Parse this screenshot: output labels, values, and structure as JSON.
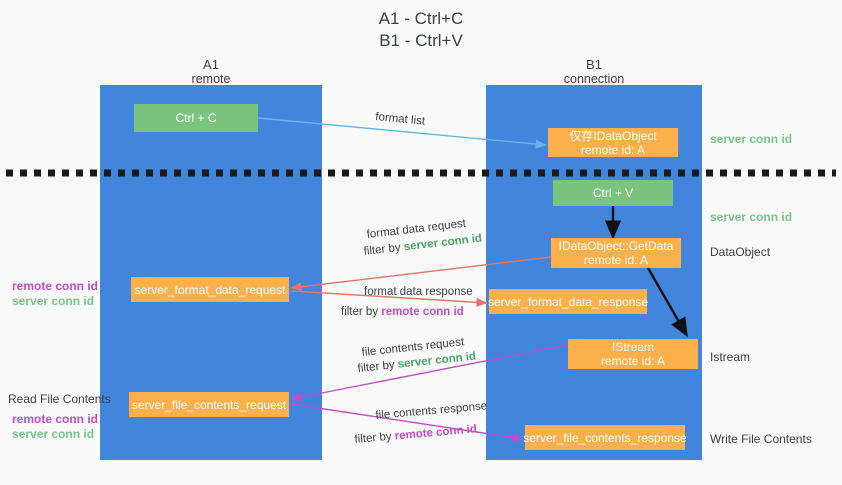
{
  "title": {
    "line1": "A1 - Ctrl+C",
    "line2": "B1 - Ctrl+V"
  },
  "colors": {
    "panel": "#4285dc",
    "green_node": "#7bc47f",
    "orange_node": "#fbb04c",
    "server_conn_green": "#77c583",
    "remote_conn_purple": "#c44ccc",
    "arrow_red": "#e8736a",
    "arrow_magenta": "#c44ccc",
    "arrow_blue": "#66b5e8",
    "arrow_black": "#111111",
    "background": "#fafafa"
  },
  "columns": [
    {
      "name": "A1",
      "sub": "remote"
    },
    {
      "name": "B1",
      "sub": "connection"
    }
  ],
  "nodes": [
    {
      "id": "ctrl-c",
      "label": "Ctrl + C",
      "label2": "",
      "style": "green"
    },
    {
      "id": "idataobject-create",
      "label": "仅存IDataObject",
      "label2": "remote id: A",
      "style": "orange"
    },
    {
      "id": "ctrl-v",
      "label": "Ctrl + V",
      "label2": "",
      "style": "green"
    },
    {
      "id": "idataobject-getdata",
      "label": "IDataObject::GetData",
      "label2": "remote id: A",
      "style": "orange"
    },
    {
      "id": "server-format-data-request",
      "label": "server_format_data_request",
      "label2": "",
      "style": "orange"
    },
    {
      "id": "server-format-data-response",
      "label": "server_format_data_response",
      "label2": "",
      "style": "orange"
    },
    {
      "id": "istream",
      "label": "IStream",
      "label2": "remote id: A",
      "style": "orange"
    },
    {
      "id": "server-file-contents-request",
      "label": "server_file_contents_request",
      "label2": "",
      "style": "orange"
    },
    {
      "id": "server-file-contents-response",
      "label": "server_file_contents_response",
      "label2": "",
      "style": "orange"
    }
  ],
  "edge_labels": {
    "format_list": "format list",
    "format_data_request": "format data request",
    "format_data_request_filter_prefix": "filter by ",
    "format_data_request_filter_key": "server conn id",
    "format_data_response": "format data response",
    "format_data_response_filter_prefix": "filter by ",
    "format_data_response_filter_key": "remote conn id",
    "file_contents_request": "file contents request",
    "file_contents_request_filter_prefix": "filter by ",
    "file_contents_request_filter_key": "server conn id",
    "file_contents_response": "file contents response",
    "file_contents_response_filter_prefix": "filter by ",
    "file_contents_response_filter_key": "remote conn id"
  },
  "left_labels": {
    "mid_remote": "remote conn id",
    "mid_server": "server conn id",
    "read_file_contents": "Read File Contents",
    "bottom_remote": "remote conn id",
    "bottom_server": "server conn id"
  },
  "right_labels": {
    "server_conn_top": "server conn id",
    "server_conn_second": "server conn id",
    "dataobject": "DataObject",
    "istream": "Istream",
    "write_file_contents": "Write File Contents"
  }
}
